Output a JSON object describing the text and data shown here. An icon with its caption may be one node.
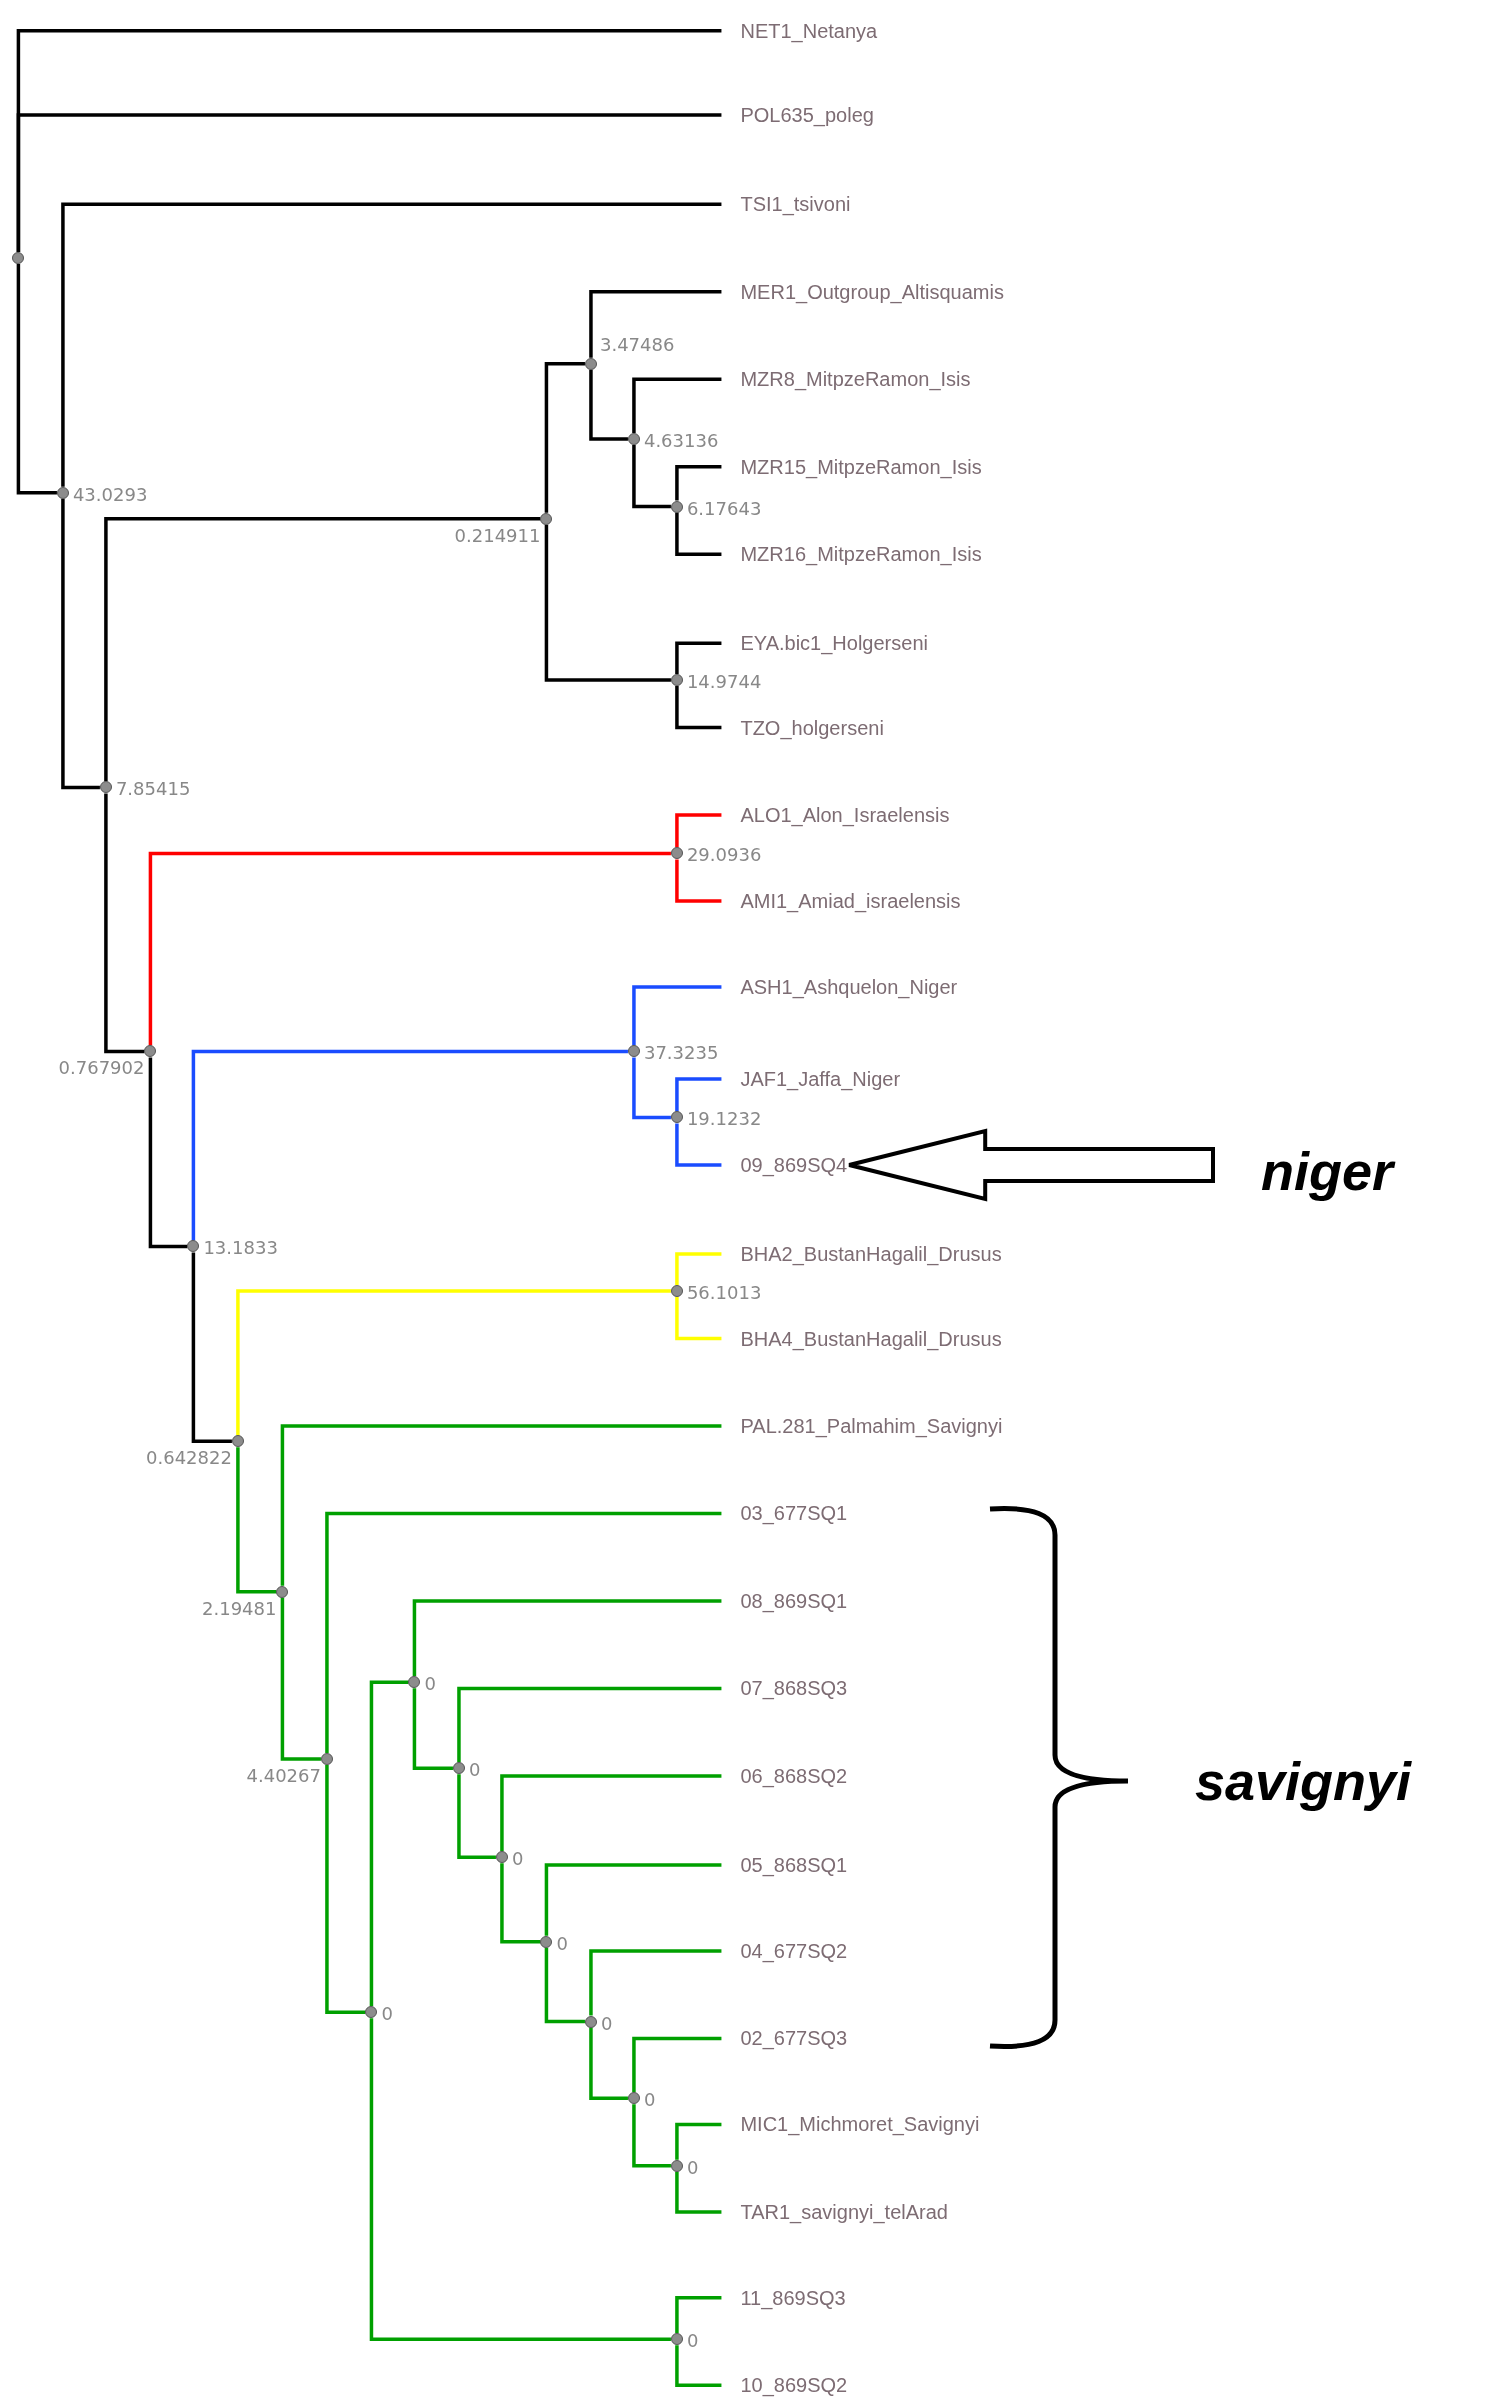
{
  "diagram": {
    "nodes": [
      {
        "text": [],
        "shape": "circle"
      },
      {
        "text": [
          "NET1_Netanya"
        ]
      },
      {
        "text": [
          "POL635_poleg"
        ]
      },
      {
        "text": [],
        "shape": "circle",
        "beside": [
          "43.0293"
        ]
      },
      {
        "text": [
          "TSI1_tsivoni"
        ]
      },
      {
        "text": [],
        "shape": "circle",
        "beside": [
          "7.85415"
        ]
      },
      {
        "text": [],
        "shape": "circle",
        "beside": [
          "0.214911"
        ]
      },
      {
        "text": [],
        "shape": "circle",
        "beside": [
          "3.47486"
        ]
      },
      {
        "text": [
          "MER1_Outgroup_Altisquamis"
        ]
      },
      {
        "text": [],
        "shape": "circle",
        "beside": [
          "4.63136"
        ]
      },
      {
        "text": [
          "MZR8_MitpzeRamon_Isis"
        ]
      },
      {
        "text": [],
        "shape": "circle",
        "beside": [
          "6.17643"
        ]
      },
      {
        "text": [
          "MZR15_MitpzeRamon_Isis"
        ]
      },
      {
        "text": [
          "MZR16_MitpzeRamon_Isis"
        ]
      },
      {
        "text": [],
        "shape": "circle",
        "beside": [
          "14.9744"
        ]
      },
      {
        "text": [
          "EYA.bic1_Holgerseni"
        ]
      },
      {
        "text": [
          "TZO_holgerseni"
        ]
      },
      {
        "text": [],
        "shape": "circle",
        "beside": [
          "0.767902"
        ]
      },
      {
        "text": [],
        "shape": "circle",
        "beside": [
          "29.0936"
        ]
      },
      {
        "text": [
          "ALO1_Alon_Israelensis"
        ]
      },
      {
        "text": [
          "AMI1_Amiad_israelensis"
        ]
      },
      {
        "text": [],
        "shape": "circle",
        "beside": [
          "13.1833"
        ]
      },
      {
        "text": [],
        "shape": "circle",
        "beside": [
          "37.3235"
        ]
      },
      {
        "text": [
          "ASH1_Ashquelon_Niger"
        ]
      },
      {
        "text": [],
        "shape": "circle",
        "beside": [
          "19.1232"
        ]
      },
      {
        "text": [
          "JAF1_Jaffa_Niger"
        ]
      },
      {
        "text": [
          "09_869SQ4"
        ]
      },
      {
        "text": [],
        "shape": "circle",
        "beside": [
          "0.642822"
        ]
      },
      {
        "text": [],
        "shape": "circle",
        "beside": [
          "56.1013"
        ]
      },
      {
        "text": [
          "BHA2_BustanHagalil_Drusus"
        ]
      },
      {
        "text": [
          "BHA4_BustanHagalil_Drusus"
        ]
      },
      {
        "text": [],
        "shape": "circle",
        "beside": [
          "2.19481"
        ]
      },
      {
        "text": [
          "PAL.281_Palmahim_Savignyi"
        ]
      },
      {
        "text": [],
        "shape": "circle",
        "beside": [
          "4.40267"
        ]
      },
      {
        "text": [
          "03_677SQ1"
        ]
      },
      {
        "text": [],
        "shape": "circle",
        "beside": [
          "0"
        ]
      },
      {
        "text": [],
        "shape": "circle",
        "beside": [
          "0"
        ]
      },
      {
        "text": [
          "08_869SQ1"
        ]
      },
      {
        "text": [],
        "shape": "circle",
        "beside": [
          "0"
        ]
      },
      {
        "text": [
          "07_868SQ3"
        ]
      },
      {
        "text": [],
        "shape": "circle",
        "beside": [
          "0"
        ]
      },
      {
        "text": [
          "06_868SQ2"
        ]
      },
      {
        "text": [],
        "shape": "circle",
        "beside": [
          "0"
        ]
      },
      {
        "text": [
          "05_868SQ1"
        ]
      },
      {
        "text": [],
        "shape": "circle",
        "beside": [
          "0"
        ]
      },
      {
        "text": [
          "04_677SQ2"
        ]
      },
      {
        "text": [],
        "shape": "circle",
        "beside": [
          "0"
        ]
      },
      {
        "text": [
          "02_677SQ3"
        ]
      },
      {
        "text": [],
        "shape": "circle",
        "beside": [
          "0"
        ]
      },
      {
        "text": [
          "MIC1_Michmoret_Savignyi"
        ]
      },
      {
        "text": [
          "TAR1_savignyi_telArad"
        ]
      },
      {
        "text": [],
        "shape": "circle",
        "beside": [
          "0"
        ]
      },
      {
        "text": [
          "11_869SQ3"
        ]
      },
      {
        "text": [
          "10_869SQ2"
        ]
      },
      {
        "text": [
          "niger"
        ]
      }
    ],
    "edges": [
      {
        "from": 0,
        "to": 1,
        "arrow": "none",
        "color": "#000000"
      },
      {
        "from": 0,
        "to": 2,
        "arrow": "none",
        "color": "#000000"
      },
      {
        "from": 0,
        "to": 3,
        "arrow": "none",
        "color": "#000000"
      },
      {
        "from": 3,
        "to": 4,
        "arrow": "none",
        "color": "#000000"
      },
      {
        "from": 3,
        "to": 5,
        "arrow": "none",
        "color": "#000000"
      },
      {
        "from": 5,
        "to": 6,
        "arrow": "none",
        "color": "#000000"
      },
      {
        "from": 5,
        "to": 17,
        "arrow": "none",
        "color": "#000000"
      },
      {
        "from": 6,
        "to": 7,
        "arrow": "none",
        "color": "#000000"
      },
      {
        "from": 6,
        "to": 14,
        "arrow": "none",
        "color": "#000000"
      },
      {
        "from": 7,
        "to": 8,
        "arrow": "none",
        "color": "#000000"
      },
      {
        "from": 7,
        "to": 9,
        "arrow": "none",
        "color": "#000000"
      },
      {
        "from": 9,
        "to": 10,
        "arrow": "none",
        "color": "#000000"
      },
      {
        "from": 9,
        "to": 11,
        "arrow": "none",
        "color": "#000000"
      },
      {
        "from": 11,
        "to": 12,
        "arrow": "none",
        "color": "#000000"
      },
      {
        "from": 11,
        "to": 13,
        "arrow": "none",
        "color": "#000000"
      },
      {
        "from": 14,
        "to": 15,
        "arrow": "none",
        "color": "#000000"
      },
      {
        "from": 14,
        "to": 16,
        "arrow": "none",
        "color": "#000000"
      },
      {
        "from": 17,
        "to": 18,
        "arrow": "none",
        "color": "#ff0000"
      },
      {
        "from": 17,
        "to": 21,
        "arrow": "none",
        "color": "#000000"
      },
      {
        "from": 18,
        "to": 19,
        "arrow": "none",
        "color": "#ff0000"
      },
      {
        "from": 18,
        "to": 20,
        "arrow": "none",
        "color": "#ff0000"
      },
      {
        "from": 21,
        "to": 22,
        "arrow": "none",
        "color": "#1a4cff"
      },
      {
        "from": 21,
        "to": 27,
        "arrow": "none",
        "color": "#000000"
      },
      {
        "from": 22,
        "to": 23,
        "arrow": "none",
        "color": "#1a4cff"
      },
      {
        "from": 22,
        "to": 24,
        "arrow": "none",
        "color": "#1a4cff"
      },
      {
        "from": 24,
        "to": 25,
        "arrow": "none",
        "color": "#1a4cff"
      },
      {
        "from": 24,
        "to": 26,
        "arrow": "none",
        "color": "#1a4cff"
      },
      {
        "from": 27,
        "to": 28,
        "arrow": "none",
        "color": "#ffff00"
      },
      {
        "from": 27,
        "to": 31,
        "arrow": "none",
        "color": "#00a000"
      },
      {
        "from": 28,
        "to": 29,
        "arrow": "none",
        "color": "#ffff00"
      },
      {
        "from": 28,
        "to": 30,
        "arrow": "none",
        "color": "#ffff00"
      },
      {
        "from": 31,
        "to": 32,
        "arrow": "none",
        "color": "#00a000"
      },
      {
        "from": 31,
        "to": 33,
        "arrow": "none",
        "color": "#00a000"
      },
      {
        "from": 33,
        "to": 34,
        "arrow": "none",
        "color": "#00a000"
      },
      {
        "from": 33,
        "to": 35,
        "arrow": "none",
        "color": "#00a000"
      },
      {
        "from": 35,
        "to": 36,
        "arrow": "none",
        "color": "#00a000"
      },
      {
        "from": 35,
        "to": 51,
        "arrow": "none",
        "color": "#00a000"
      },
      {
        "from": 36,
        "to": 37,
        "arrow": "none",
        "color": "#00a000"
      },
      {
        "from": 36,
        "to": 38,
        "arrow": "none",
        "color": "#00a000"
      },
      {
        "from": 38,
        "to": 39,
        "arrow": "none",
        "color": "#00a000"
      },
      {
        "from": 38,
        "to": 40,
        "arrow": "none",
        "color": "#00a000"
      },
      {
        "from": 40,
        "to": 41,
        "arrow": "none",
        "color": "#00a000"
      },
      {
        "from": 40,
        "to": 42,
        "arrow": "none",
        "color": "#00a000"
      },
      {
        "from": 42,
        "to": 43,
        "arrow": "none",
        "color": "#00a000"
      },
      {
        "from": 42,
        "to": 44,
        "arrow": "none",
        "color": "#00a000"
      },
      {
        "from": 44,
        "to": 45,
        "arrow": "none",
        "color": "#00a000"
      },
      {
        "from": 44,
        "to": 46,
        "arrow": "none",
        "color": "#00a000"
      },
      {
        "from": 46,
        "to": 47,
        "arrow": "none",
        "color": "#00a000"
      },
      {
        "from": 46,
        "to": 48,
        "arrow": "none",
        "color": "#00a000"
      },
      {
        "from": 48,
        "to": 49,
        "arrow": "none",
        "color": "#00a000"
      },
      {
        "from": 48,
        "to": 50,
        "arrow": "none",
        "color": "#00a000"
      },
      {
        "from": 51,
        "to": 52,
        "arrow": "none",
        "color": "#00a000"
      },
      {
        "from": 51,
        "to": 53,
        "arrow": "none",
        "color": "#00a000"
      },
      {
        "from": 54,
        "to": 26,
        "arrow": "to",
        "color": "#000000"
      }
    ],
    "labels": [
      "savignyi"
    ]
  }
}
